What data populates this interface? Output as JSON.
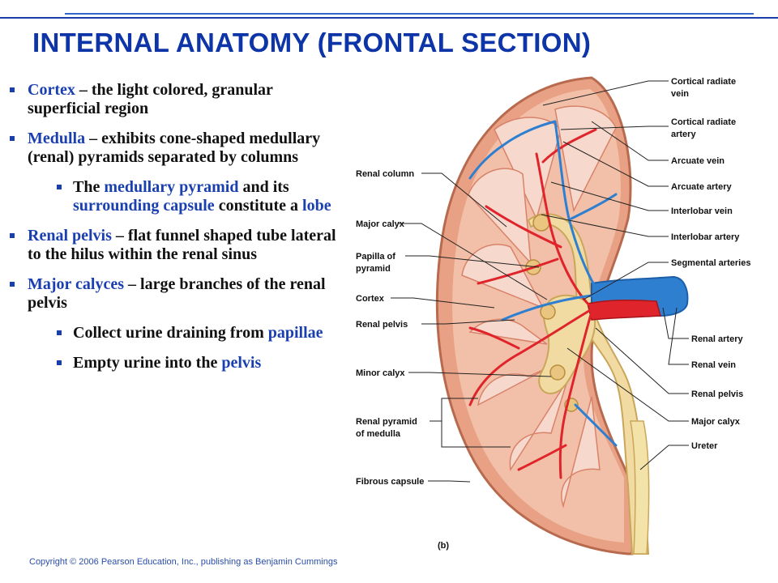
{
  "slide": {
    "title": "INTERNAL ANATOMY (FRONTAL SECTION)",
    "copyright": "Copyright © 2006 Pearson Education, Inc., publishing as Benjamin Cummings"
  },
  "bullets": {
    "b1": {
      "term": "Cortex",
      "rest": " – the light colored, granular superficial region"
    },
    "b2": {
      "term": "Medulla",
      "rest": " – exhibits cone-shaped medullary (renal) pyramids separated by columns"
    },
    "b3": {
      "p1": "The ",
      "k1": "medullary pyramid",
      "p2": " and its ",
      "k2": "surrounding capsule",
      "p3": " constitute a ",
      "k3": "lobe"
    },
    "b4": {
      "term": "Renal pelvis",
      "rest": " – flat funnel shaped tube lateral to the hilus within the renal sinus"
    },
    "b5": {
      "term": "Major calyces",
      "rest": " – large branches of the renal pelvis"
    },
    "b6": {
      "p1": "Collect urine draining from ",
      "k1": "papillae"
    },
    "b7": {
      "p1": "Empty urine into the ",
      "k1": "pelvis"
    }
  },
  "diagram": {
    "left_labels": {
      "renal_column": "Renal column",
      "major_calyx": "Major calyx",
      "papilla_1": "Papilla of",
      "papilla_2": "pyramid",
      "cortex": "Cortex",
      "renal_pelvis": "Renal pelvis",
      "minor_calyx": "Minor calyx",
      "renal_pyramid_1": "Renal pyramid",
      "renal_pyramid_2": "of medulla",
      "fibrous_capsule": "Fibrous capsule"
    },
    "right_labels": {
      "cortical_radiate_vein_1": "Cortical radiate",
      "cortical_radiate_vein_2": "vein",
      "cortical_radiate_artery_1": "Cortical radiate",
      "cortical_radiate_artery_2": "artery",
      "arcuate_vein": "Arcuate vein",
      "arcuate_artery": "Arcuate artery",
      "interlobar_vein": "Interlobar vein",
      "interlobar_artery": "Interlobar artery",
      "segmental_arteries": "Segmental arteries",
      "renal_artery": "Renal artery",
      "renal_vein": "Renal vein",
      "renal_pelvis": "Renal pelvis",
      "major_calyx": "Major calyx",
      "ureter": "Ureter"
    },
    "panel_label": "(b)"
  },
  "colors": {
    "title": "#0e35a8",
    "keyword": "#1a3fb0",
    "artery": "#e0242b",
    "vein": "#2f7fd1",
    "pyramid": "#f6d3c4",
    "cortex": "#f2c0a8",
    "pelvis": "#f1dba2"
  }
}
